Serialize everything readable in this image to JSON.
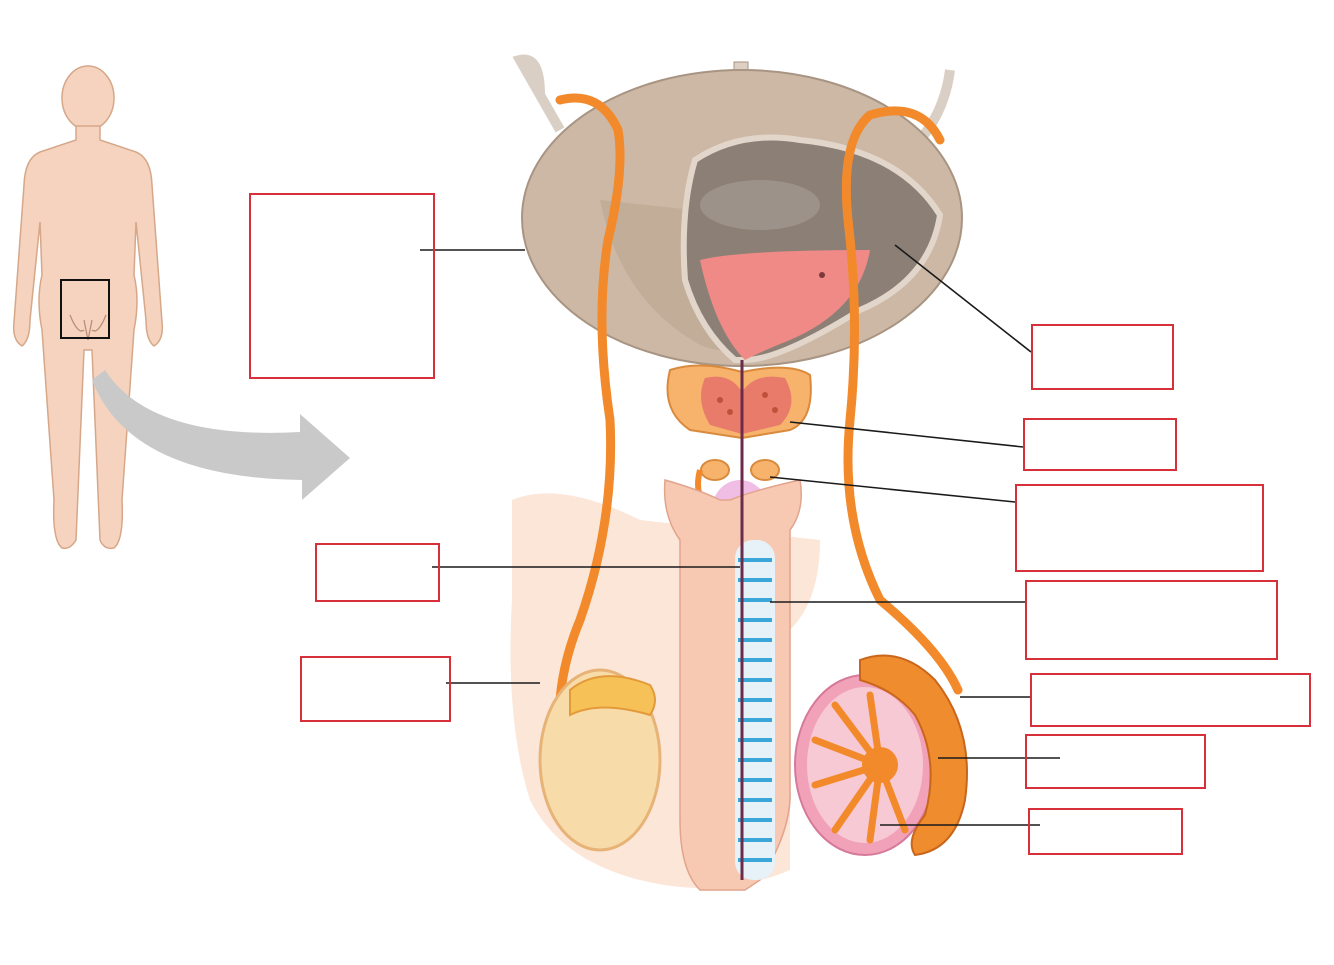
{
  "figure": {
    "type": "unlabeled anatomical diagram",
    "labels": [
      {
        "id": "bladder",
        "text": ""
      },
      {
        "id": "ductus-deferens",
        "text": ""
      },
      {
        "id": "prostate",
        "text": ""
      },
      {
        "id": "seminal-vesicle",
        "text": ""
      },
      {
        "id": "urethra",
        "text": ""
      },
      {
        "id": "erectile-tissue",
        "text": ""
      },
      {
        "id": "scrotum",
        "text": ""
      },
      {
        "id": "epididymis",
        "text": ""
      },
      {
        "id": "seminiferous-tubules",
        "text": ""
      },
      {
        "id": "testis",
        "text": ""
      }
    ]
  },
  "colors": {
    "label_border": "#d8303b",
    "leader_line": "#1a1a1a",
    "skin": "#f5d3bf",
    "skin_outline": "#d6a789",
    "bladder": "#cdb8a6",
    "duct": "#f28a2b",
    "mucosa": "#ef8a86",
    "spongy_tissue": "#3aa7d8",
    "epididymis": "#ef8c2e",
    "arrow": "#c9c9c9"
  }
}
